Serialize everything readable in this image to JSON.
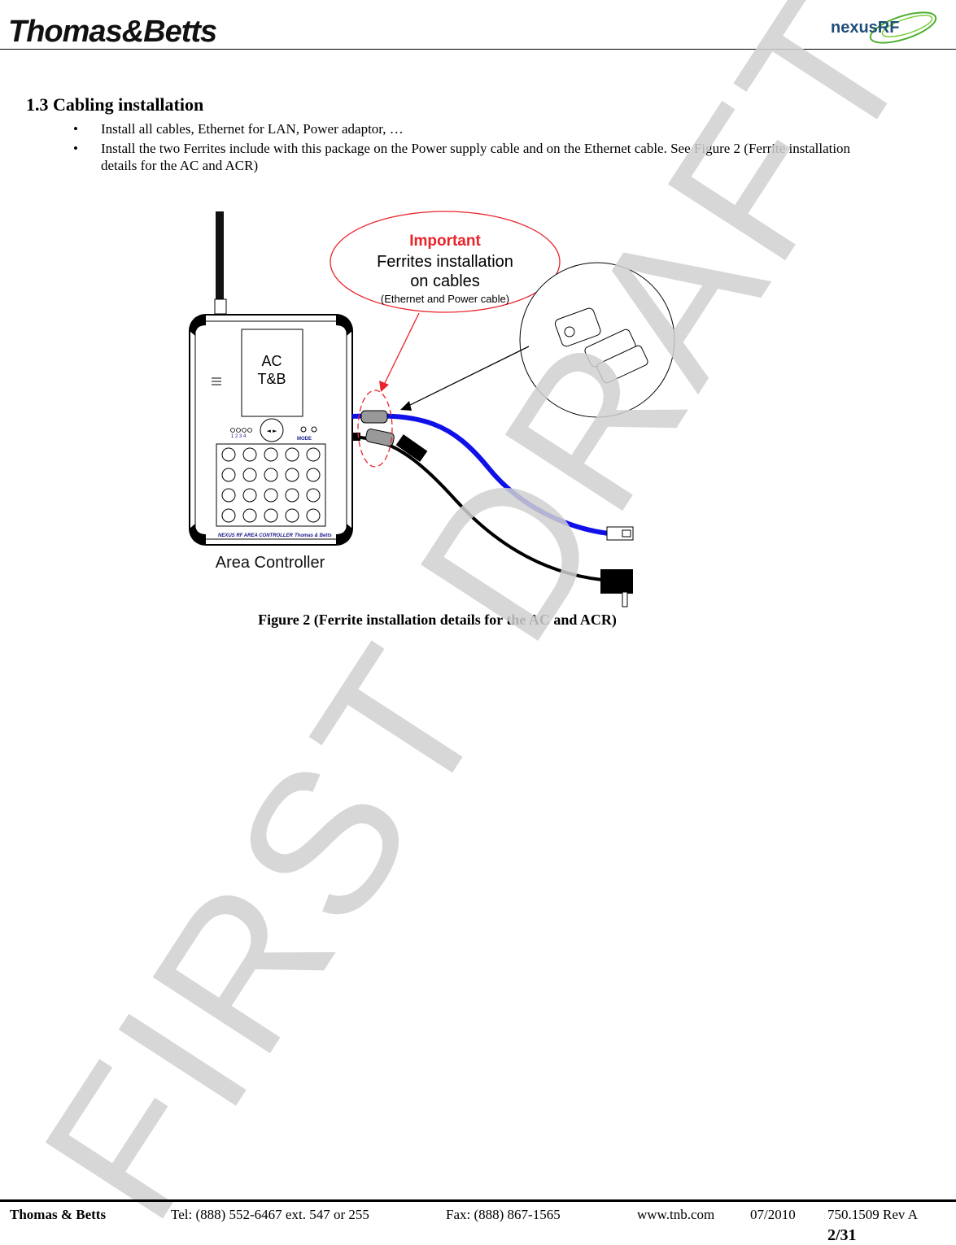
{
  "header": {
    "company_logo": "Thomas&Betts",
    "product_logo": "nexusRF"
  },
  "section": {
    "title": "1.3 Cabling installation",
    "bullets": [
      "Install all cables, Ethernet for LAN, Power adaptor, …",
      "Install the two Ferrites include with this package on the Power supply cable and on the Ethernet cable.  See Figure 2 (Ferrite installation details for the AC and ACR)"
    ],
    "bullet_glyph": "•"
  },
  "figure": {
    "callout_title": "Important",
    "callout_line1": "Ferrites installation",
    "callout_line2": "on cables",
    "callout_line3": "(Ethernet and Power cable)",
    "device_screen_line1": "AC",
    "device_screen_line2": "T&B",
    "led_labels": "1 2 3 4",
    "mode_label": "MODE",
    "device_footer_left": "NEXUS RF AREA CONTROLLER",
    "device_footer_right": "Thomas & Betts",
    "device_label": "Area Controller",
    "caption": "Figure 2 (Ferrite installation details for the AC and ACR)",
    "colors": {
      "callout_red": "#e8232a",
      "ethernet_blue": "#1010e8",
      "power_black": "#000000"
    }
  },
  "watermark": "FIRST DRAFT",
  "footer": {
    "company": "Thomas & Betts",
    "tel": "Tel: (888) 552-6467 ext. 547 or 255",
    "fax": "Fax: (888) 867-1565",
    "web": "www.tnb.com",
    "date": "07/2010",
    "doc": "750.1509 Rev A",
    "page": "2/31"
  }
}
